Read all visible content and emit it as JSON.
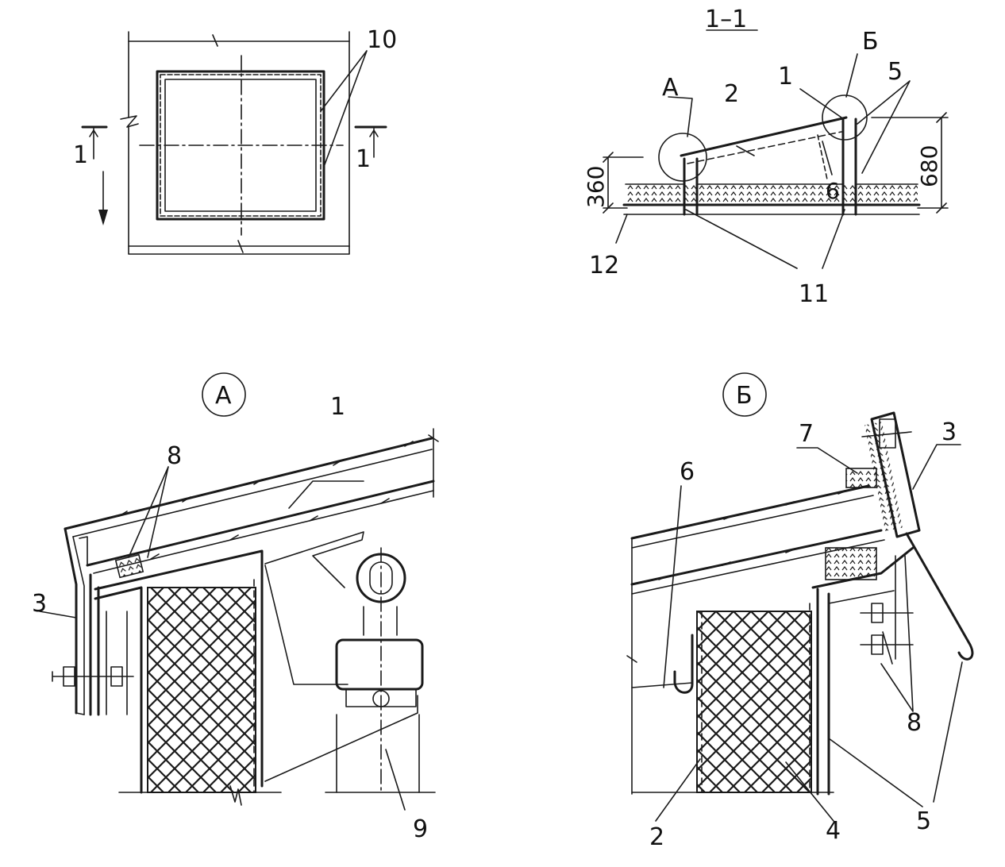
{
  "plan": {
    "callout_10": "10",
    "section_mark_left": "1",
    "section_mark_right": "1"
  },
  "section": {
    "title": "1–1",
    "node_a": "А",
    "node_b": "Б",
    "callout_1": "1",
    "callout_2": "2",
    "callout_5": "5",
    "callout_6": "6",
    "callout_11": "11",
    "callout_12": "12",
    "dim_360": "360",
    "dim_680": "680"
  },
  "detail_a": {
    "title": "А",
    "callout_1": "1",
    "callout_3": "3",
    "callout_8": "8",
    "callout_9": "9"
  },
  "detail_b": {
    "title": "Б",
    "callout_2": "2",
    "callout_3": "3",
    "callout_4": "4",
    "callout_5": "5",
    "callout_6": "6",
    "callout_7": "7",
    "callout_8": "8"
  },
  "colors": {
    "ink": "#1a1a1a",
    "paper": "#ffffff"
  }
}
